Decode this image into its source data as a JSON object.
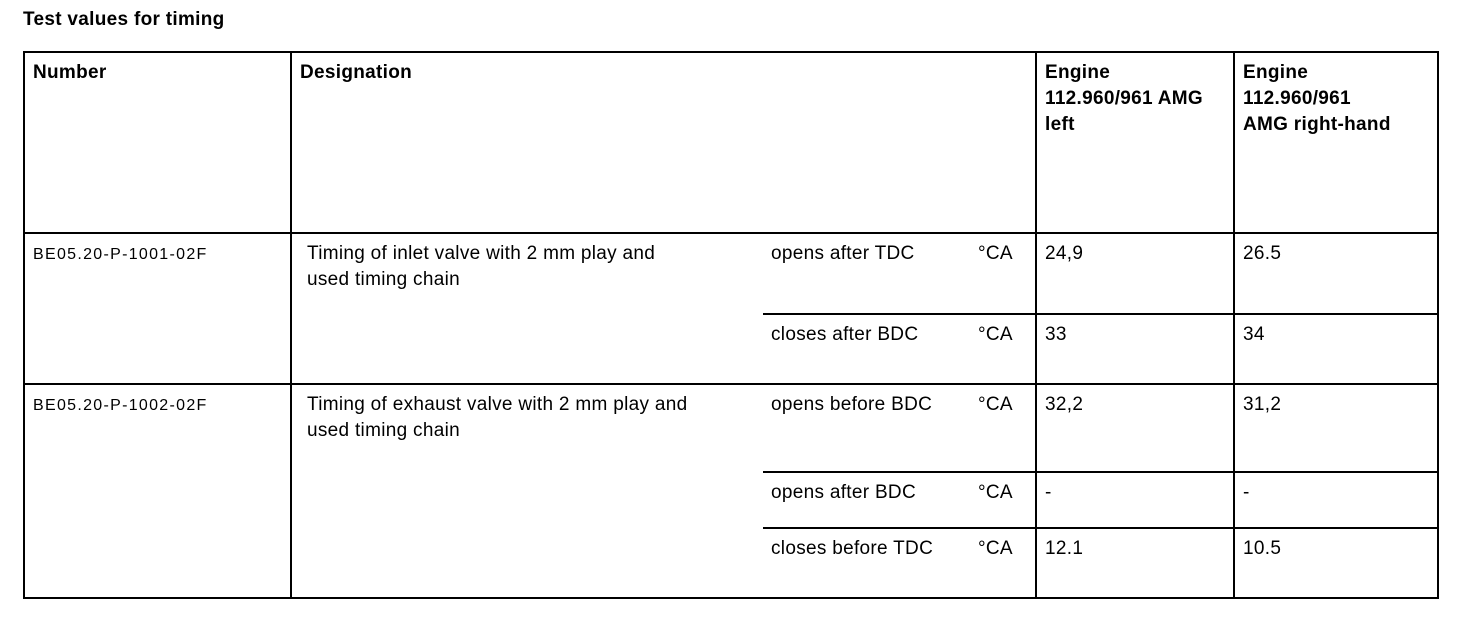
{
  "page": {
    "title": "Test values for timing"
  },
  "colors": {
    "text": "#000000",
    "border": "#000000",
    "background": "#ffffff"
  },
  "table": {
    "headers": {
      "number": "Number",
      "designation": "Designation",
      "engine_left": "Engine\n112.960/961 AMG\nleft",
      "engine_right": "Engine\n112.960/961\nAMG right-hand"
    },
    "rows": [
      {
        "number": "BE05.20-P-1001-02F",
        "designation": "Timing of inlet valve with 2 mm play and\nused timing chain",
        "specs": [
          {
            "condition": "opens after TDC",
            "unit": "°CA",
            "engine_left": "24,9",
            "engine_right": "26.5"
          },
          {
            "condition": "closes after BDC",
            "unit": "°CA",
            "engine_left": "33",
            "engine_right": "34"
          }
        ]
      },
      {
        "number": "BE05.20-P-1002-02F",
        "designation": "Timing of exhaust valve with 2 mm play and\nused timing chain",
        "specs": [
          {
            "condition": "opens before BDC",
            "unit": "°CA",
            "engine_left": "32,2",
            "engine_right": "31,2"
          },
          {
            "condition": "opens after BDC",
            "unit": "°CA",
            "engine_left": "-",
            "engine_right": "-"
          },
          {
            "condition": "closes before TDC",
            "unit": "°CA",
            "engine_left": "12.1",
            "engine_right": "10.5"
          }
        ]
      }
    ]
  }
}
